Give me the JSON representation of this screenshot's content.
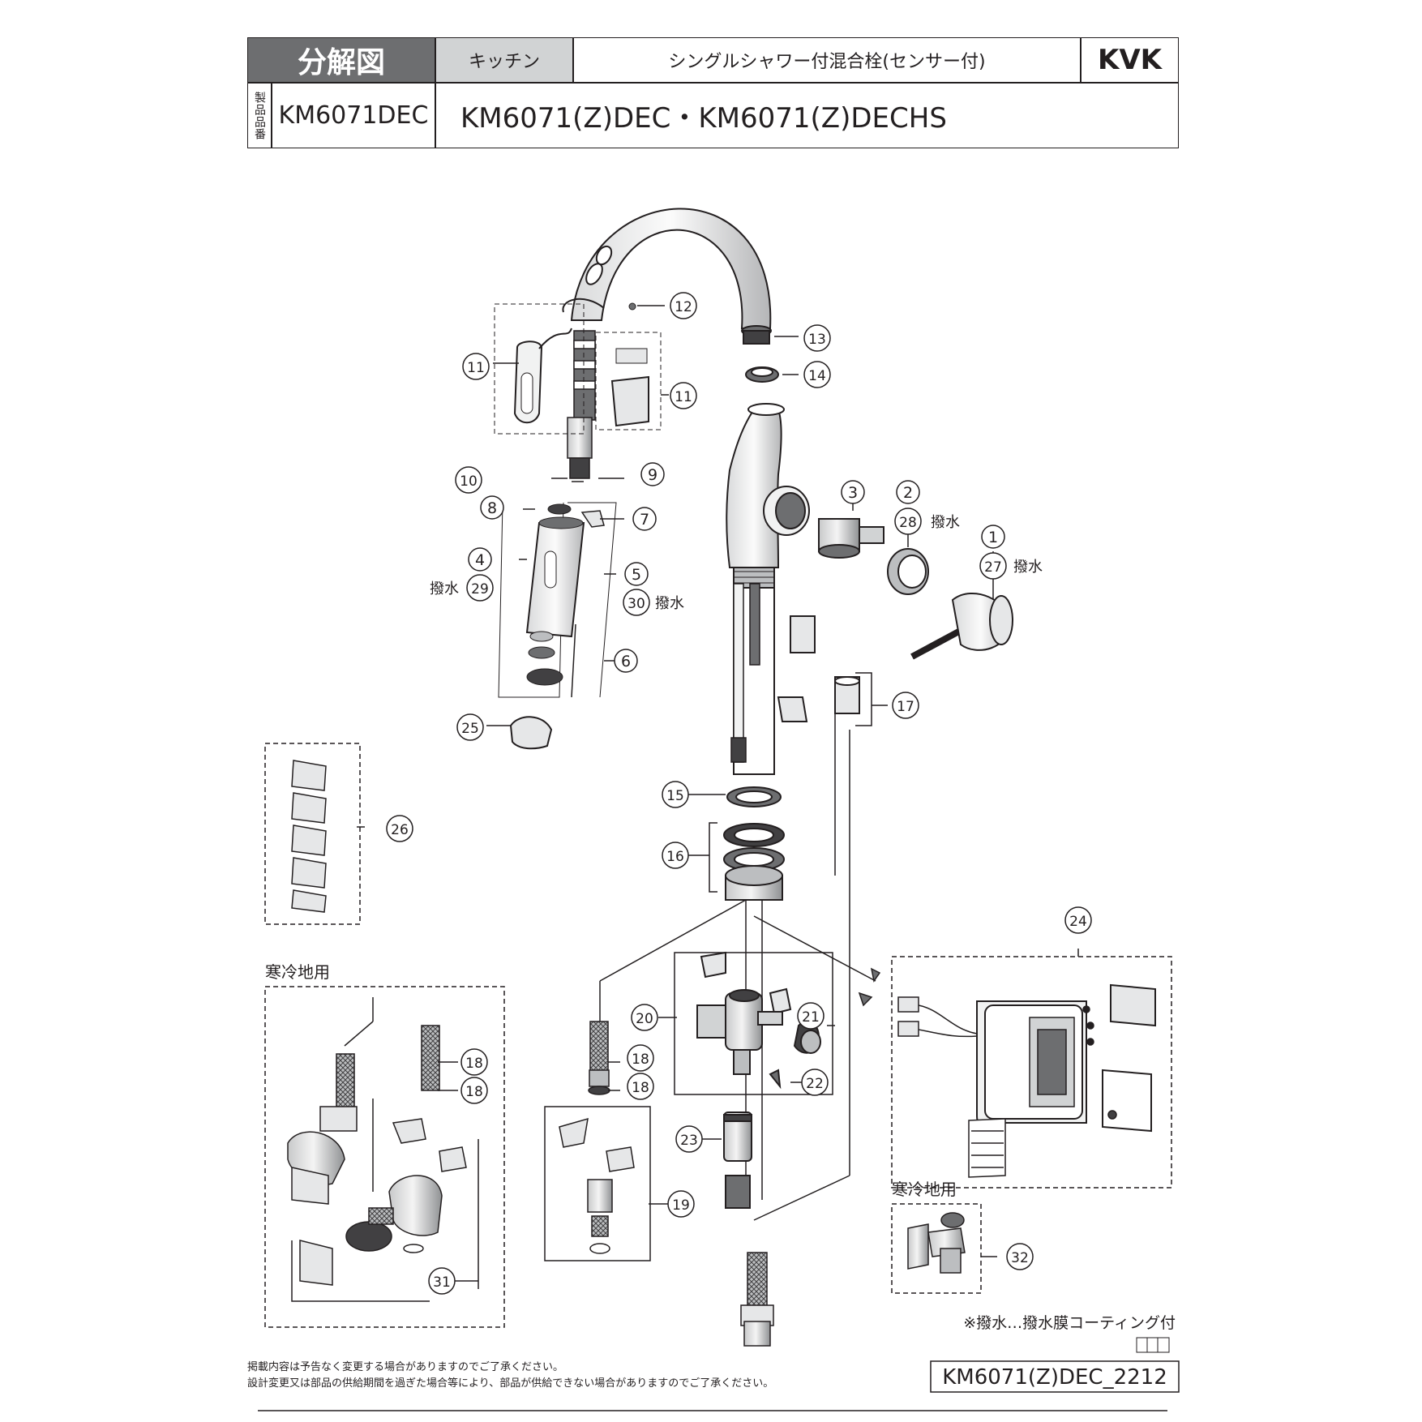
{
  "header": {
    "title": "分解図",
    "category": "キッチン",
    "product_name": "シングルシャワー付混合栓(センサー付)",
    "brand": "KVK",
    "part_number_label": "製品品番",
    "part_number": "KM6071DEC",
    "model_names": "KM6071(Z)DEC・KM6071(Z)DECHS"
  },
  "callouts": {
    "c1": "1",
    "c2": "2",
    "c3": "3",
    "c4": "4",
    "c5": "5",
    "c6": "6",
    "c7": "7",
    "c8": "8",
    "c9": "9",
    "c10": "10",
    "c11": "11",
    "c12": "12",
    "c13": "13",
    "c14": "14",
    "c15": "15",
    "c16": "16",
    "c17": "17",
    "c18": "18",
    "c19": "19",
    "c20": "20",
    "c21": "21",
    "c22": "22",
    "c23": "23",
    "c24": "24",
    "c25": "25",
    "c26": "26",
    "c27": "27",
    "c28": "28",
    "c29": "29",
    "c30": "30",
    "c31": "31",
    "c32": "32"
  },
  "labels": {
    "water_repellent": "撥水",
    "cold_region": "寒冷地用",
    "note_water_repellent": "※撥水…撥水膜コーティング付"
  },
  "footer": {
    "disclaimer_line1": "掲載内容は予告なく変更する場合がありますのでご了承ください。",
    "disclaimer_line2": "設計変更又は部品の供給期間を過ぎた場合等により、部品が供給できない場合がありますのでご了承ください。",
    "doc_code": "KM6071(Z)DEC_2212"
  }
}
